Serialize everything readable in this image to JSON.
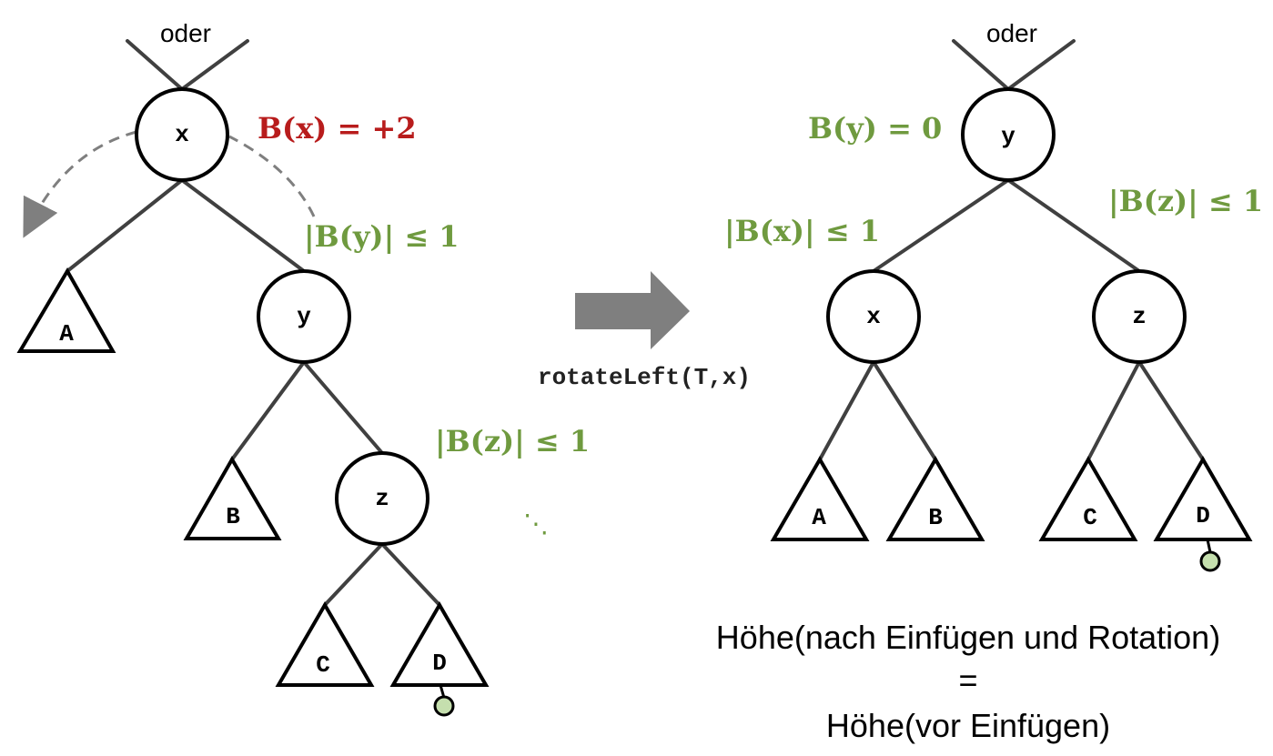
{
  "before": {
    "root_edge_label": "oder",
    "nodes": {
      "x": "x",
      "y": "y",
      "z": "z"
    },
    "subtrees": {
      "A": "A",
      "B": "B",
      "C": "C",
      "D": "D"
    },
    "balance_x": "B(x) = +2",
    "balance_y": "|B(y)| ≤ 1",
    "balance_z": "|B(z)| ≤ 1",
    "ellipsis": "⋱"
  },
  "operation": "rotateLeft(T,x)",
  "after": {
    "root_edge_label": "oder",
    "nodes": {
      "y": "y",
      "x": "x",
      "z": "z"
    },
    "subtrees": {
      "A": "A",
      "B": "B",
      "C": "C",
      "D": "D"
    },
    "balance_y": "B(y) = 0",
    "balance_x": "|B(x)| ≤ 1",
    "balance_z": "|B(z)| ≤ 1"
  },
  "formula": {
    "line1": "Höhe(nach Einfügen und Rotation)",
    "line2": "=",
    "line3": "Höhe(vor Einfügen)"
  },
  "colors": {
    "balance_ok": "#6f9a3f",
    "balance_bad": "#b81c1c",
    "leaf_dot": "#c5dfae",
    "arrow": "#7f7f7f"
  }
}
